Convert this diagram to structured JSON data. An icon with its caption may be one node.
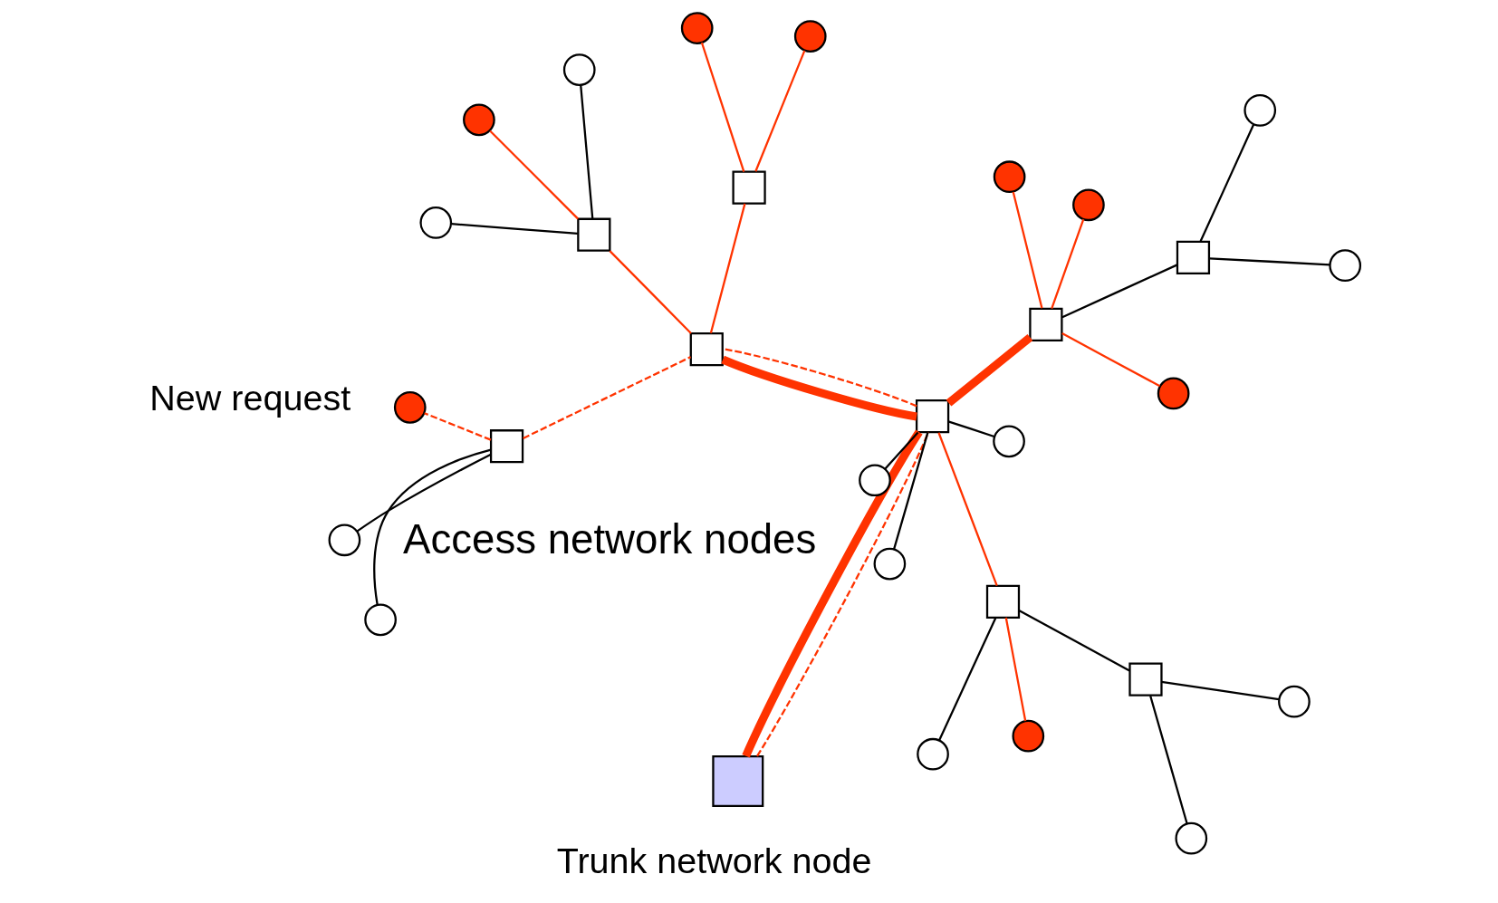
{
  "diagram": {
    "nodes": [
      {
        "text": [],
        "shape": "box",
        "beside": [
          "Trunk network node"
        ]
      },
      {
        "text": [],
        "shape": "box"
      },
      {
        "text": [],
        "shape": "box"
      },
      {
        "text": [],
        "shape": "box"
      },
      {
        "text": [],
        "shape": "box"
      },
      {
        "text": [],
        "shape": "box"
      },
      {
        "text": [],
        "shape": "box"
      },
      {
        "text": [],
        "shape": "box"
      },
      {
        "text": [],
        "shape": "box"
      },
      {
        "text": [],
        "shape": "box"
      },
      {
        "text": [],
        "shape": "circle"
      },
      {
        "text": [],
        "shape": "circle"
      },
      {
        "text": [],
        "shape": "circle"
      },
      {
        "text": [],
        "shape": "circle"
      },
      {
        "text": [],
        "shape": "circle"
      },
      {
        "text": [],
        "shape": "circle"
      },
      {
        "text": [],
        "shape": "circle",
        "beside": [
          "New request"
        ]
      },
      {
        "text": [],
        "shape": "circle"
      },
      {
        "text": [],
        "shape": "circle"
      },
      {
        "text": [],
        "shape": "circle"
      },
      {
        "text": [],
        "shape": "circle"
      },
      {
        "text": [],
        "shape": "circle"
      },
      {
        "text": [],
        "shape": "circle"
      },
      {
        "text": [],
        "shape": "circle"
      },
      {
        "text": [],
        "shape": "circle"
      },
      {
        "text": [],
        "shape": "circle"
      },
      {
        "text": [],
        "shape": "circle"
      },
      {
        "text": [],
        "shape": "circle"
      },
      {
        "text": [],
        "shape": "circle"
      },
      {
        "text": [],
        "shape": "circle"
      }
    ],
    "edges": [
      {
        "from": 0,
        "to": 1,
        "arrow": "none",
        "style": "thick"
      },
      {
        "from": 0,
        "to": 1,
        "arrow": "none",
        "style": "dashed"
      },
      {
        "from": 1,
        "to": 2,
        "arrow": "none",
        "style": "thick"
      },
      {
        "from": 1,
        "to": 6,
        "arrow": "none",
        "style": "thick"
      },
      {
        "from": 1,
        "to": 6,
        "arrow": "none",
        "style": "dashed"
      },
      {
        "from": 1,
        "to": 8,
        "arrow": "none"
      },
      {
        "from": 1,
        "to": 18,
        "arrow": "none",
        "color": "#000000"
      },
      {
        "from": 1,
        "to": 19,
        "arrow": "none",
        "color": "#000000"
      },
      {
        "from": 1,
        "to": 20,
        "arrow": "none",
        "color": "#000000"
      },
      {
        "from": 2,
        "to": 10,
        "arrow": "none"
      },
      {
        "from": 2,
        "to": 11,
        "arrow": "none"
      },
      {
        "from": 2,
        "to": 12,
        "arrow": "none"
      },
      {
        "from": 2,
        "to": 3,
        "arrow": "none",
        "color": "#000000"
      },
      {
        "from": 3,
        "to": 13,
        "arrow": "none",
        "color": "#000000"
      },
      {
        "from": 3,
        "to": 14,
        "arrow": "none",
        "color": "#000000"
      },
      {
        "from": 4,
        "to": 15,
        "arrow": "none",
        "color": "#000000"
      },
      {
        "from": 4,
        "to": 17,
        "arrow": "none",
        "color": "#000000"
      },
      {
        "from": 4,
        "to": 16,
        "arrow": "none",
        "style": "dashed"
      },
      {
        "from": 4,
        "to": 6,
        "arrow": "none",
        "style": "dashed"
      },
      {
        "from": 6,
        "to": 5,
        "arrow": "none"
      },
      {
        "from": 6,
        "to": 7,
        "arrow": "none"
      },
      {
        "from": 5,
        "to": 21,
        "arrow": "none",
        "color": "#000000"
      },
      {
        "from": 5,
        "to": 23,
        "arrow": "none",
        "color": "#000000"
      },
      {
        "from": 5,
        "to": 22,
        "arrow": "none"
      },
      {
        "from": 7,
        "to": 24,
        "arrow": "none"
      },
      {
        "from": 7,
        "to": 25,
        "arrow": "none"
      },
      {
        "from": 8,
        "to": 9,
        "arrow": "none",
        "color": "#000000"
      },
      {
        "from": 8,
        "to": 26,
        "arrow": "none",
        "color": "#000000"
      },
      {
        "from": 8,
        "to": 27,
        "arrow": "none"
      },
      {
        "from": 9,
        "to": 28,
        "arrow": "none",
        "color": "#000000"
      },
      {
        "from": 9,
        "to": 29,
        "arrow": "none",
        "color": "#000000"
      }
    ],
    "labels": [
      "Access network nodes"
    ]
  }
}
